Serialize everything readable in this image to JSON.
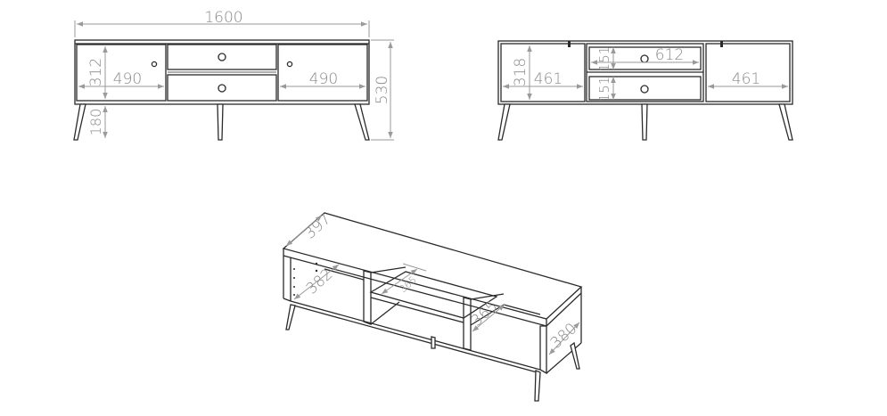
{
  "front_view": {
    "total_width": "1600",
    "total_height": "530",
    "leg_height": "180",
    "door_height": "312",
    "left_door_width": "490",
    "right_door_width": "490"
  },
  "inner_view": {
    "compartment_height": "318",
    "left_width": "461",
    "right_width": "461",
    "drawer_width": "612",
    "drawer_top_height": "151",
    "drawer_bottom_height": "151"
  },
  "iso_view": {
    "top_depth": "397",
    "left_shelf_depth": "382",
    "middle_shelf_depth": "365",
    "center_depth": "365",
    "right_side_depth": "380"
  }
}
